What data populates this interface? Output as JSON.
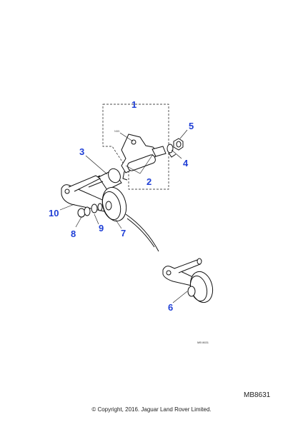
{
  "callouts": [
    {
      "id": "1",
      "label": "1"
    },
    {
      "id": "2",
      "label": "2"
    },
    {
      "id": "3",
      "label": "3"
    },
    {
      "id": "4",
      "label": "4"
    },
    {
      "id": "5",
      "label": "5"
    },
    {
      "id": "6",
      "label": "6"
    },
    {
      "id": "7",
      "label": "7"
    },
    {
      "id": "8",
      "label": "8"
    },
    {
      "id": "9",
      "label": "9"
    },
    {
      "id": "10",
      "label": "10"
    }
  ],
  "diagram_tag": "N55",
  "small_code": "MB 8631",
  "reference_code": "MB8631",
  "copyright": "© Copyright, 2016. Jaguar Land Rover Limited.",
  "colors": {
    "callout": "#1f3fd6",
    "linework": "#111111"
  }
}
